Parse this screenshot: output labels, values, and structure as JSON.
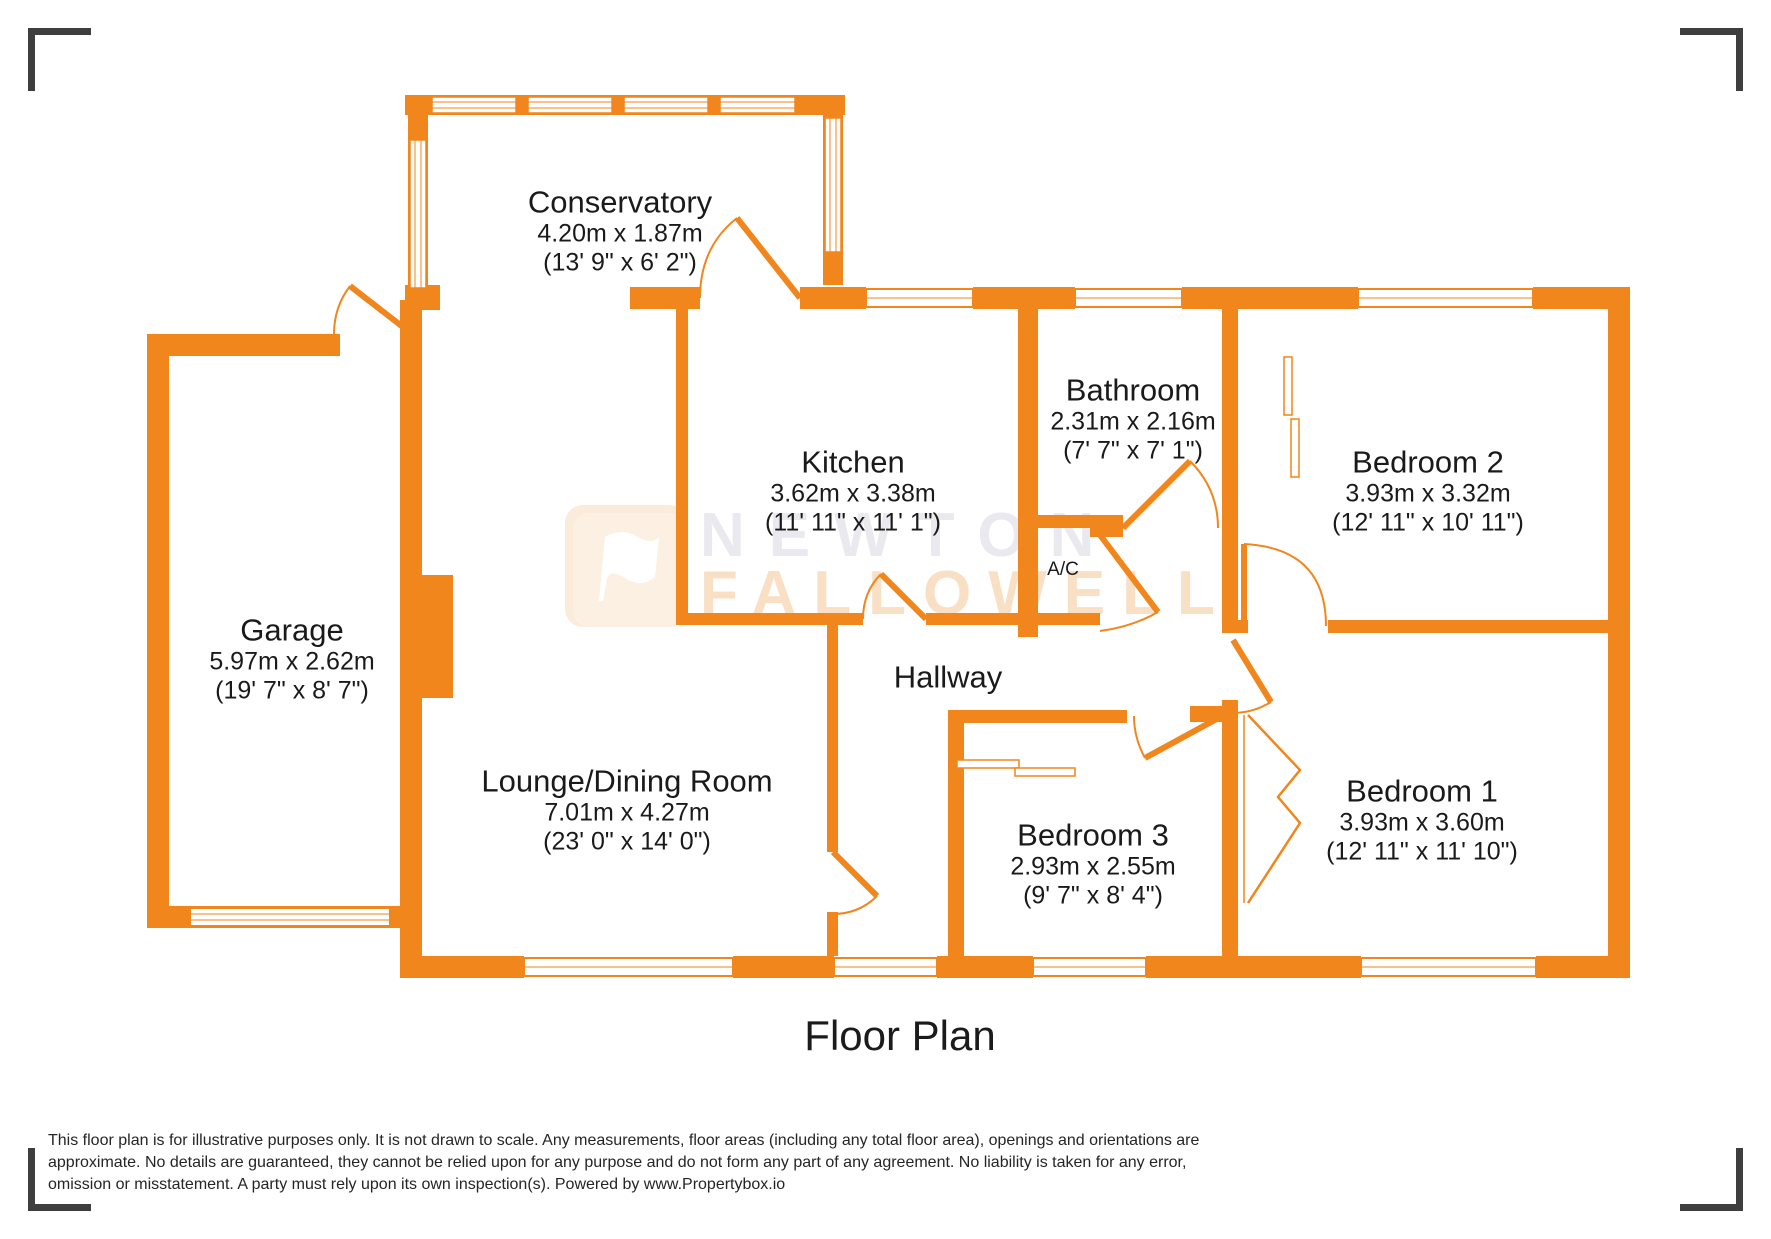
{
  "title": "Floor Plan",
  "watermark": {
    "line1": "NEWTON",
    "line2": "FALLOWELL",
    "logo_icon": "flag-icon"
  },
  "rooms": [
    {
      "name": "Conservatory",
      "metric": "4.20m x 1.87m",
      "imperial": "(13' 9\" x 6' 2\")"
    },
    {
      "name": "Kitchen",
      "metric": "3.62m x 3.38m",
      "imperial": "(11' 11\" x 11' 1\")"
    },
    {
      "name": "Bathroom",
      "metric": "2.31m x 2.16m",
      "imperial": "(7' 7\" x 7' 1\")"
    },
    {
      "name": "Bedroom 2",
      "metric": "3.93m x 3.32m",
      "imperial": "(12' 11\" x 10' 11\")"
    },
    {
      "name": "Garage",
      "metric": "5.97m x 2.62m",
      "imperial": "(19' 7\" x 8' 7\")"
    },
    {
      "name": "Lounge/Dining Room",
      "metric": "7.01m x 4.27m",
      "imperial": "(23' 0\" x 14' 0\")"
    },
    {
      "name": "Bedroom 3",
      "metric": "2.93m x 2.55m",
      "imperial": "(9' 7\" x 8' 4\")"
    },
    {
      "name": "Bedroom 1",
      "metric": "3.93m x 3.60m",
      "imperial": "(12' 11\" x 11' 10\")"
    },
    {
      "name": "Hallway"
    },
    {
      "name": "A/C"
    }
  ],
  "disclaimer_lines": [
    "This floor plan is for illustrative purposes only. It is not drawn to scale. Any measurements, floor areas (including any total floor area), openings and orientations are",
    "approximate. No details are guaranteed, they cannot be relied upon for any purpose and do not form any part of any agreement. No liability is taken for any error,",
    "omission or misstatement. A party must rely upon its own inspection(s). Powered by www.Propertybox.io"
  ],
  "colors": {
    "wall": "#F0861C",
    "text": "#1a1a1a",
    "wm-gray": "#E9E9EF",
    "wm-orange": "#F9DFC4",
    "mark": "#3E3E3E"
  }
}
